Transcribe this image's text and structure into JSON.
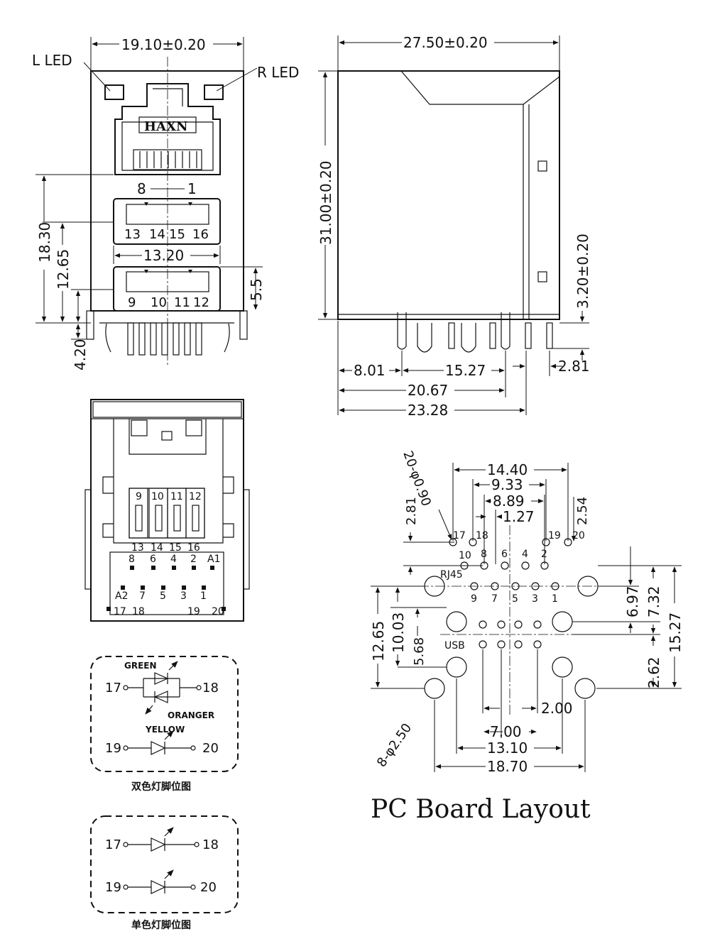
{
  "front_view": {
    "width_dim": "19.10±0.20",
    "l_led": "L LED",
    "r_led": "R LED",
    "brand": "HAXN",
    "rj45_pin_left": "8",
    "rj45_pin_right": "1",
    "usb_top_pins": [
      "13",
      "14",
      "15",
      "16"
    ],
    "usb_width_dim": "13.20",
    "usb_bottom_pins": [
      "9",
      "10",
      "11",
      "12"
    ],
    "dim_18_30": "18.30",
    "dim_12_65": "12.65",
    "dim_5_5": "5.5",
    "dim_4_20": "4.20"
  },
  "side_view": {
    "length_dim": "27.50±0.20",
    "height_dim": "31.00±0.20",
    "pin_len_dim": "3.20±0.20",
    "dim_8_01": "8.01",
    "dim_15_27": "15.27",
    "dim_2_81": "2.81",
    "dim_20_67": "20.67",
    "dim_23_28": "23.28"
  },
  "bottom_view": {
    "usb_pins": [
      "9",
      "10",
      "11",
      "12"
    ],
    "usb_pins_b": [
      "13",
      "14",
      "15",
      "16"
    ],
    "rj_row1": [
      "8",
      "6",
      "4",
      "2",
      "A1"
    ],
    "rj_row2": [
      "A2",
      "7",
      "5",
      "3",
      "1"
    ],
    "led_left": [
      "17",
      "18"
    ],
    "led_right": [
      "19",
      "20"
    ]
  },
  "bicolor_diagram": {
    "green": "GREEN",
    "orange": "ORANGER",
    "yellow": "YELLOW",
    "pin17": "17",
    "pin18": "18",
    "pin19": "19",
    "pin20": "20",
    "caption": "双色灯脚位图"
  },
  "single_diagram": {
    "pin17": "17",
    "pin18": "18",
    "pin19": "19",
    "pin20": "20",
    "caption": "单色灯脚位图"
  },
  "pcb": {
    "title": "PC Board Layout",
    "hole_small": "20-φ0.90",
    "hole_large": "8-φ2.50",
    "dim_14_40": "14.40",
    "dim_9_33": "9.33",
    "dim_8_89": "8.89",
    "dim_1_27": "1.27",
    "dim_2_81": "2.81",
    "dim_2_54": "2.54",
    "dim_6_97": "6.97",
    "dim_7_32": "7.32",
    "dim_15_27": "15.27",
    "dim_12_65": "12.65",
    "dim_10_03": "10.03",
    "dim_5_68": "5.68",
    "dim_2_62": "2.62",
    "dim_2_00": "2.00",
    "dim_7_00": "7.00",
    "dim_13_10": "13.10",
    "dim_18_70": "18.70",
    "rj45_label": "RJ45",
    "usb_label": "USB",
    "top_row_labels": [
      "17",
      "18",
      "19",
      "20"
    ],
    "row_a_labels": [
      "10",
      "8",
      "6",
      "4",
      "2"
    ],
    "row_b_labels": [
      "9",
      "7",
      "5",
      "3",
      "1"
    ]
  }
}
